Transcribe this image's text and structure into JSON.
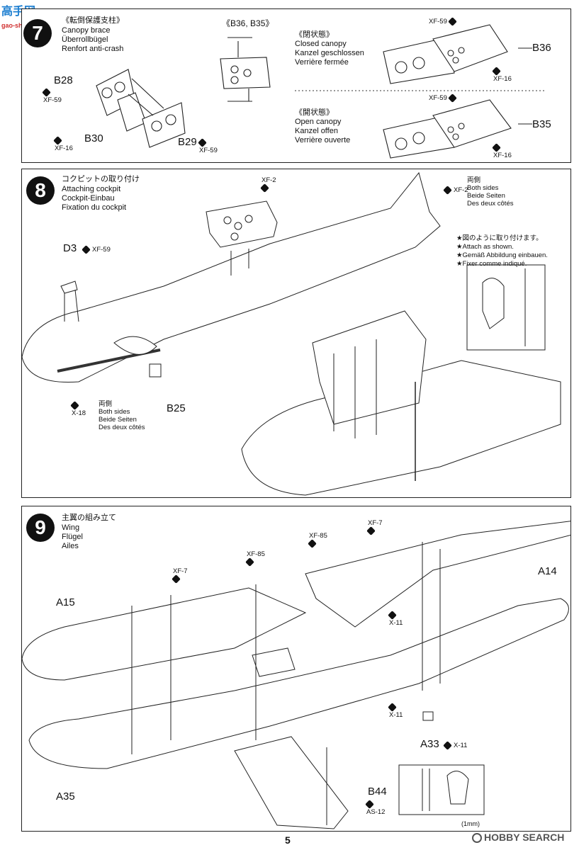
{
  "watermark_top": {
    "line1": "高手网",
    "line2": "gao-shou.com"
  },
  "watermark_bottom": "HOBBY SEARCH",
  "page_number": "5",
  "step7": {
    "number": "7",
    "title_jp": "《転倒保護支柱》",
    "title_en": "Canopy brace",
    "title_de": "Überrollbügel",
    "title_fr": "Renfort anti-crash",
    "center_label": "《B36, B35》",
    "closed": {
      "jp": "《閉状態》",
      "en": "Closed canopy",
      "de": "Kanzel geschlossen",
      "fr": "Verrière fermée"
    },
    "open": {
      "jp": "《開状態》",
      "en": "Open canopy",
      "de": "Kanzel offen",
      "fr": "Verrière ouverte"
    },
    "parts": {
      "b28": "B28",
      "b30": "B30",
      "b29": "B29",
      "b36": "B36",
      "b35": "B35"
    },
    "paints": {
      "xf59a": "XF-59",
      "xf16a": "XF-16",
      "xf59b": "XF-59",
      "xf59c": "XF-59",
      "xf16b": "XF-16",
      "xf59d": "XF-59",
      "xf16c": "XF-16"
    }
  },
  "step8": {
    "number": "8",
    "title_jp": "コクピットの取り付け",
    "title_en": "Attaching cockpit",
    "title_de": "Cockpit-Einbau",
    "title_fr": "Fixation du cockpit",
    "paint_top": "XF-2",
    "paint_right": "XF-2",
    "both_sides_right": {
      "jp": "両側",
      "en": "Both sides",
      "de": "Beide Seiten",
      "fr": "Des deux côtés"
    },
    "note": {
      "jp": "★図のように取り付けます。",
      "en": "★Attach as shown.",
      "de": "★Gemäß Abbildung einbauen.",
      "fr": "★Fixer comme indiqué."
    },
    "d3": "D3",
    "d3_paint": "XF-59",
    "x18": "X-18",
    "both_sides_left": {
      "jp": "両側",
      "en": "Both sides",
      "de": "Beide Seiten",
      "fr": "Des deux côtés"
    },
    "b25": "B25"
  },
  "step9": {
    "number": "9",
    "title_jp": "主翼の組み立て",
    "title_en": "Wing",
    "title_de": "Flügel",
    "title_fr": "Ailes",
    "parts": {
      "a15": "A15",
      "a14": "A14",
      "a35": "A35",
      "a33": "A33",
      "b44": "B44"
    },
    "paints": {
      "xf7a": "XF-7",
      "xf85a": "XF-85",
      "xf85b": "XF-85",
      "xf7b": "XF-7",
      "x11a": "X-11",
      "x11b": "X-11",
      "x11c": "X-11",
      "as12": "AS-12"
    },
    "scale_note": "(1mm)"
  }
}
